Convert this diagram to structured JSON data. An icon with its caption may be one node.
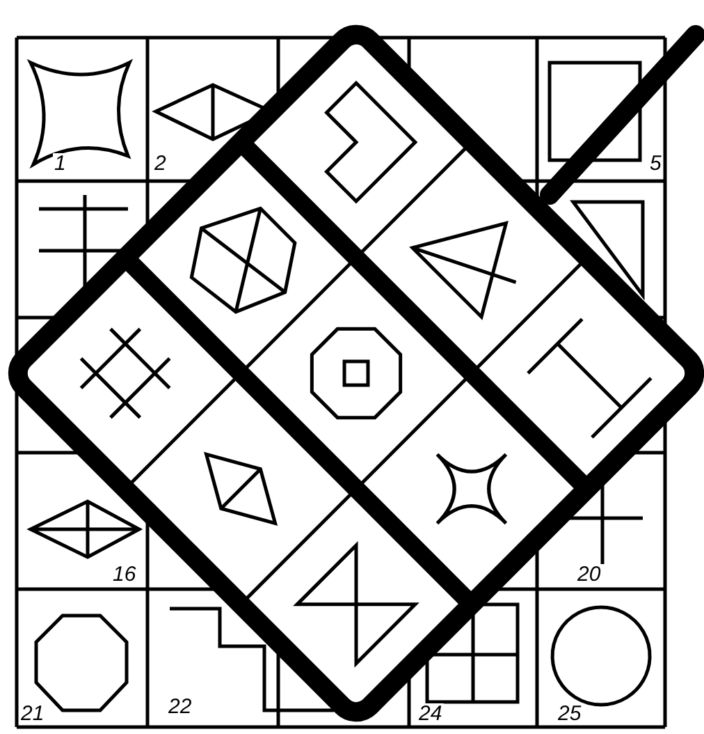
{
  "diagram": {
    "labels": [
      "1",
      "2",
      "5",
      "16",
      "20",
      "21",
      "22",
      "24",
      "25"
    ]
  }
}
